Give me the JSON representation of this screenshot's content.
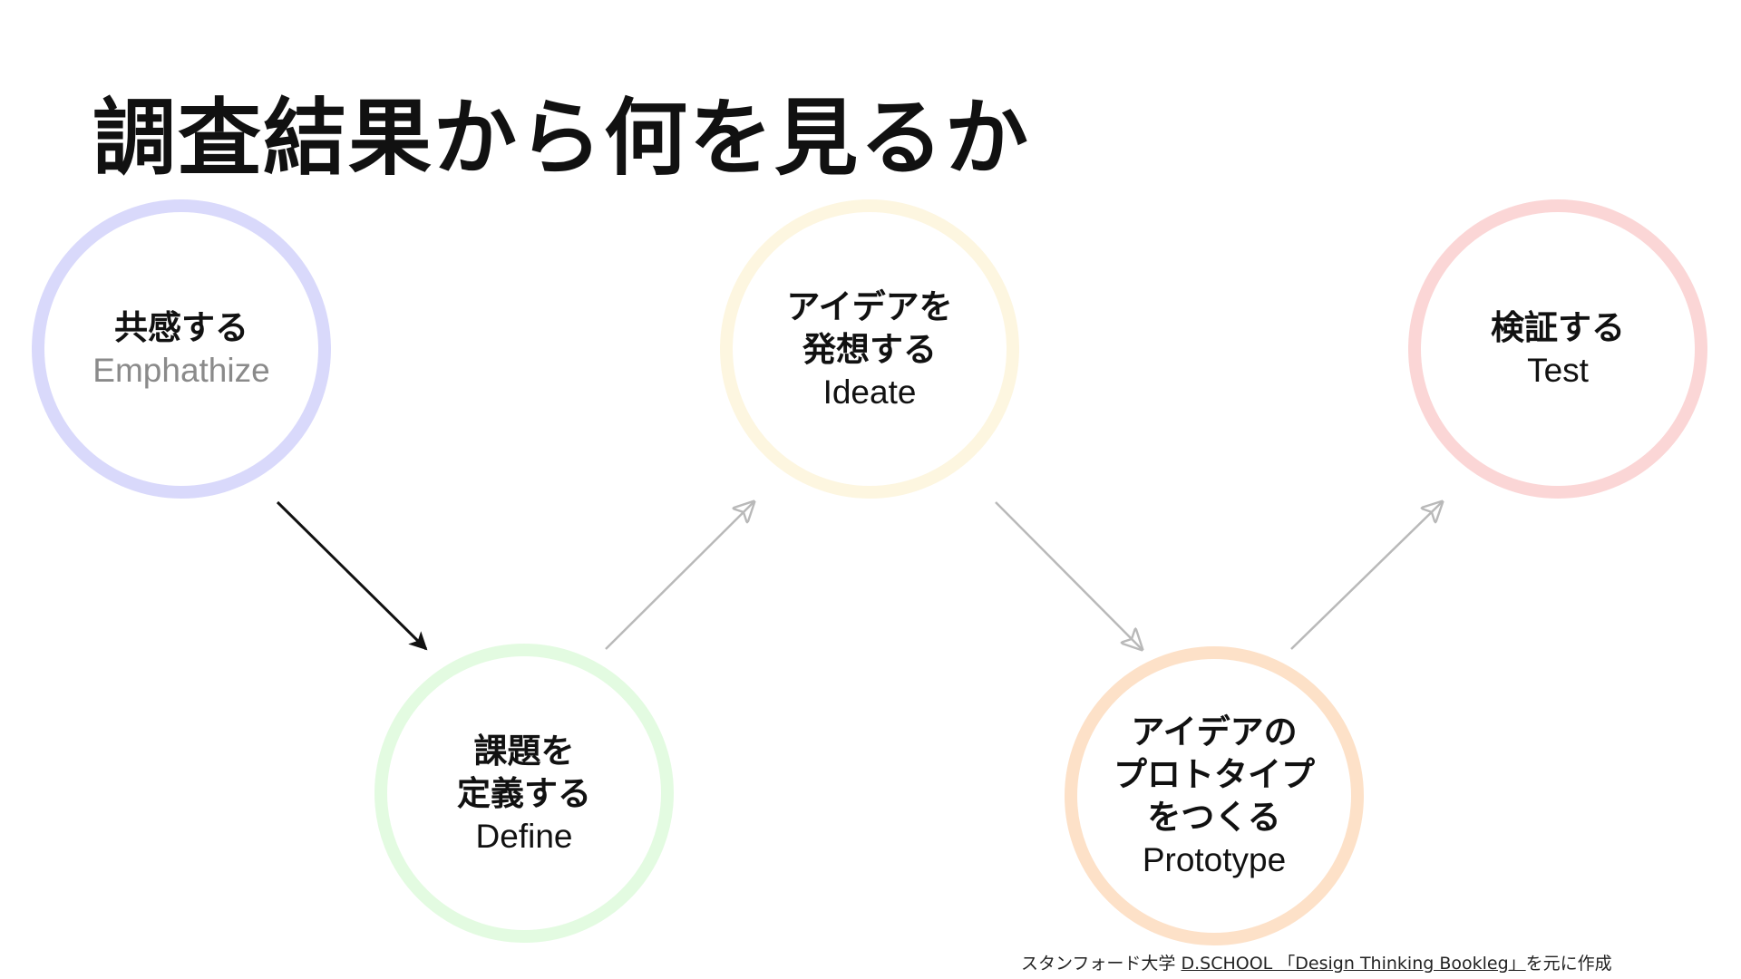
{
  "title": "調査結果から何を見るか",
  "stages": [
    {
      "id": "empathize",
      "ja": "共感する",
      "en": "Emphathize",
      "ring_color": "#d9d9fb",
      "en_color": "#8a8a8a"
    },
    {
      "id": "define",
      "ja": "課題を\n定義する",
      "en": "Define",
      "ring_color": "#e3fbe1",
      "en_color": "#111111"
    },
    {
      "id": "ideate",
      "ja": "アイデアを\n発想する",
      "en": "Ideate",
      "ring_color": "#fdf6e0",
      "en_color": "#111111"
    },
    {
      "id": "prototype",
      "ja": "アイデアの\nプロトタイプ\nをつくる",
      "en": "Prototype",
      "ring_color": "#fde1c8",
      "en_color": "#111111"
    },
    {
      "id": "test",
      "ja": "検証する",
      "en": "Test",
      "ring_color": "#fbd6d6",
      "en_color": "#111111"
    }
  ],
  "arrows": {
    "active_color": "#111111",
    "inactive_color": "#b9b9b9"
  },
  "citation": {
    "prefix": "スタンフォード大学 ",
    "link": "D.SCHOOL 「Design Thinking Bookleg」",
    "suffix": "を元に作成"
  }
}
